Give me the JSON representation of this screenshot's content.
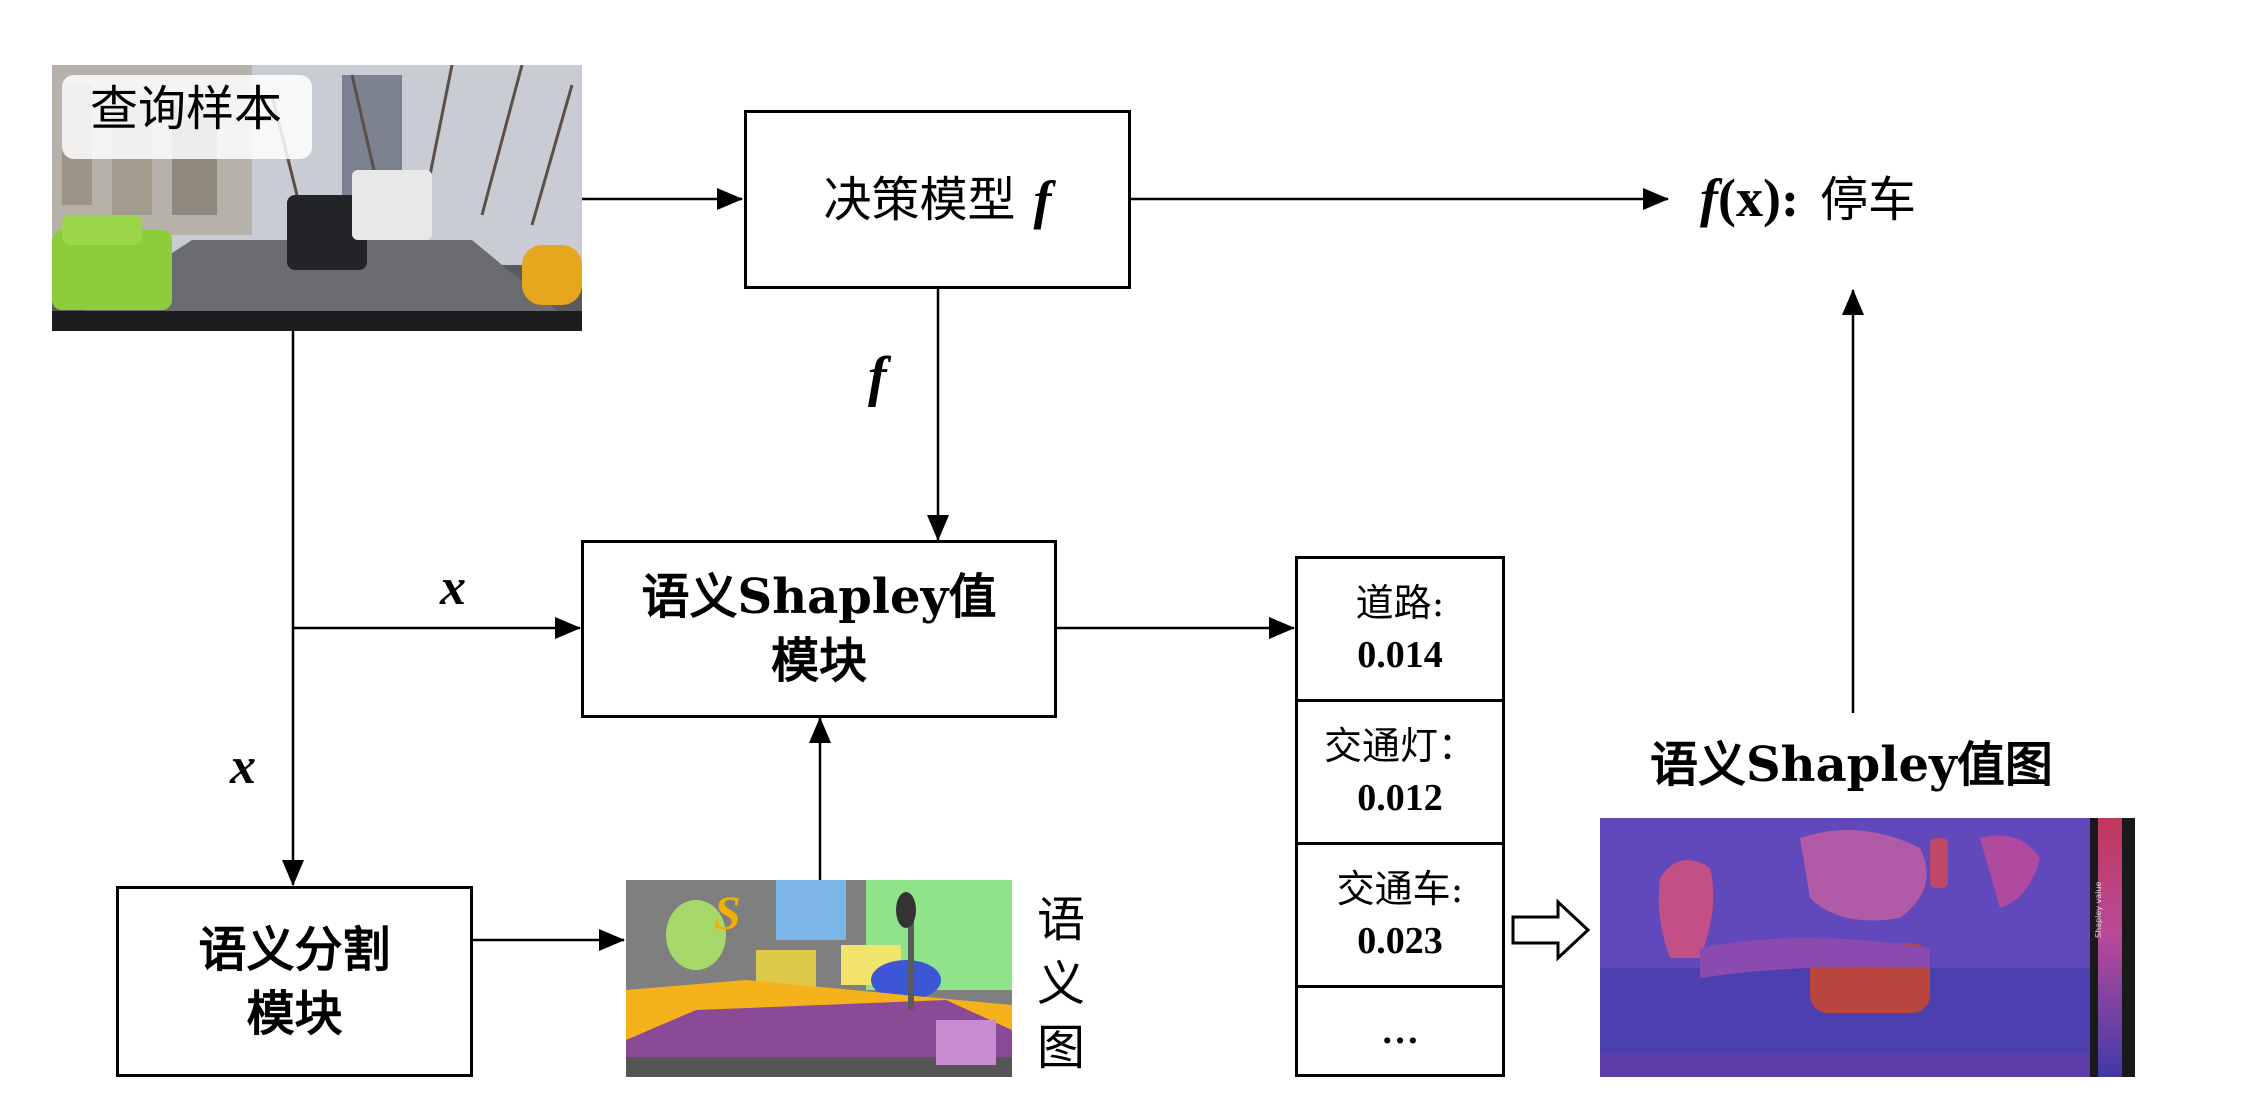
{
  "query_sample": {
    "label": "查询样本"
  },
  "decision_model": {
    "label": "决策模型",
    "symbol": "f"
  },
  "output": {
    "func": "f",
    "arg": "(x)",
    "sep": ":",
    "value": "停车"
  },
  "edge_labels": {
    "f_down": "f",
    "x_mid": "x",
    "x_left": "x"
  },
  "semantic_shapley_module": {
    "line1": "语义Shapley值",
    "line2": "模块"
  },
  "semantic_seg_module": {
    "line1": "语义分割",
    "line2": "模块"
  },
  "semantic_map": {
    "label_chars": [
      "语",
      "义",
      "图"
    ],
    "badge": "S"
  },
  "value_list": {
    "items": [
      {
        "name": "道路:",
        "value": "0.014"
      },
      {
        "name": "交通灯：",
        "value": "0.012"
      },
      {
        "name": "交通车:",
        "value": "0.023"
      },
      {
        "name": "…",
        "value": ""
      }
    ]
  },
  "shapley_map": {
    "title": "语义Shapley值图",
    "colorbar_label": "Shapley value"
  },
  "colors": {
    "stroke": "#000000",
    "segmentation_badge": "#f2b000",
    "shapley_bg": "#5c44b8"
  }
}
